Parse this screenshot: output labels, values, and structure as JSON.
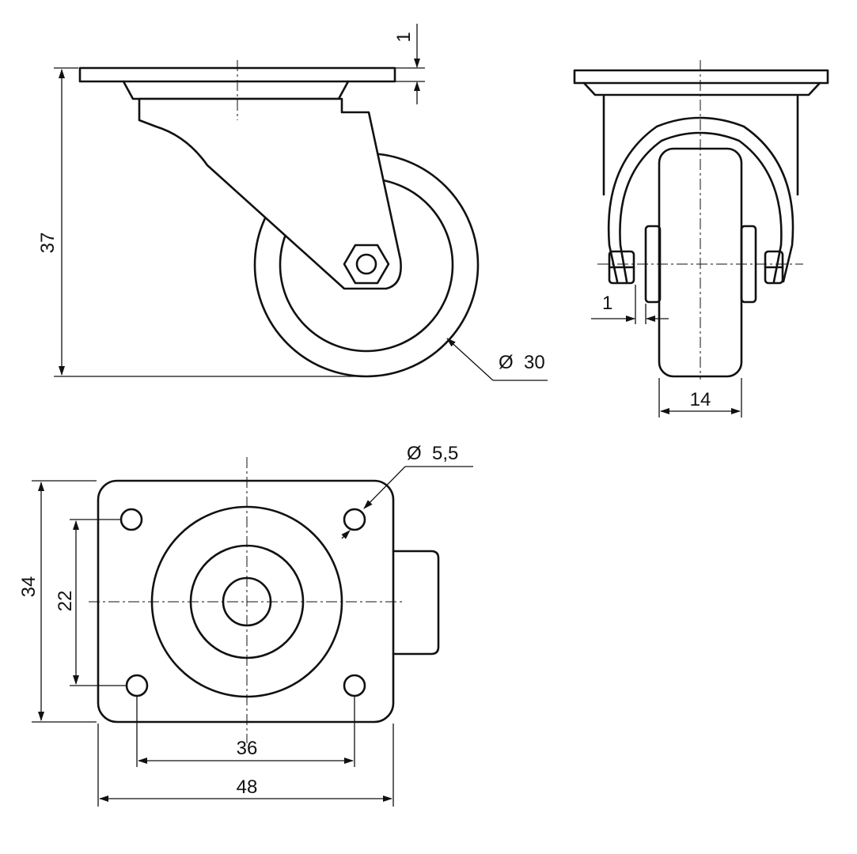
{
  "dimensions": {
    "height_total": "37",
    "plate_thickness": "1",
    "wheel_diameter": "30",
    "axle_offset": "1",
    "wheel_width": "14",
    "hole_diameter": "5,5",
    "plate_depth": "34",
    "hole_spacing_vertical": "22",
    "hole_spacing_horizontal": "36",
    "plate_width": "48"
  },
  "symbols": {
    "diameter": "Ø"
  },
  "colors": {
    "line": "#111111",
    "background": "#ffffff"
  }
}
